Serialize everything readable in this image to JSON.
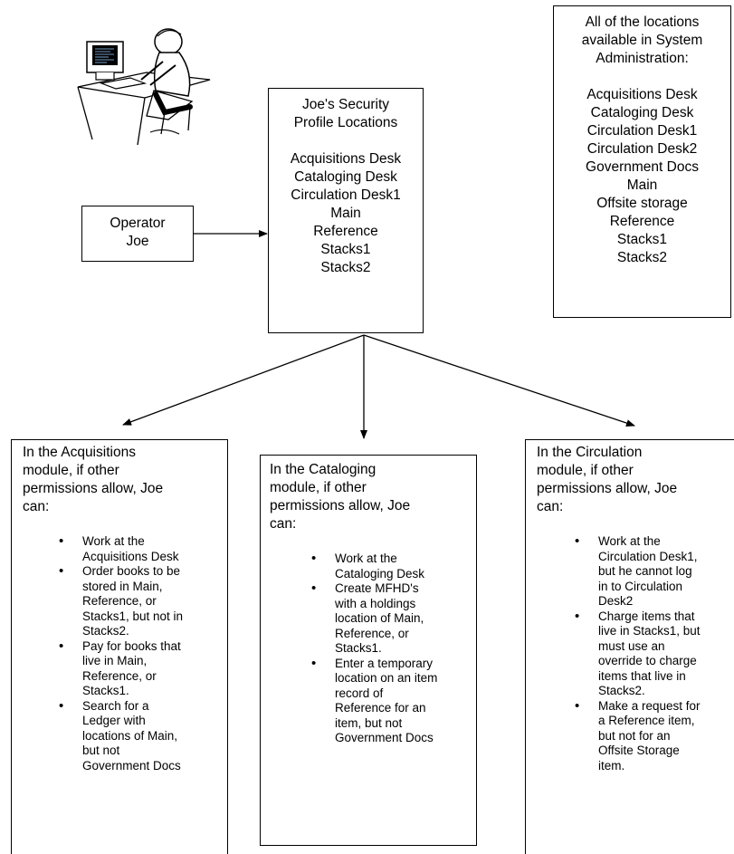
{
  "operator": {
    "label_line1": "Operator",
    "label_line2": "Joe"
  },
  "icon": {
    "name": "computer-operator-icon"
  },
  "profile": {
    "title_line1": "Joe's Security",
    "title_line2": "Profile Locations",
    "locations": [
      "Acquisitions Desk",
      "Cataloging Desk",
      "Circulation Desk1",
      "Main",
      "Reference",
      "Stacks1",
      "Stacks2"
    ]
  },
  "system": {
    "title_line1": "All of the locations",
    "title_line2": "available in System",
    "title_line3": "Administration:",
    "locations": [
      "Acquisitions Desk",
      "Cataloging Desk",
      "Circulation Desk1",
      "Circulation Desk2",
      "Government Docs",
      "Main",
      "Offsite storage",
      "Reference",
      "Stacks1",
      "Stacks2"
    ]
  },
  "acquisitions": {
    "intro_line1": "In the Acquisitions",
    "intro_line2": "module, if other",
    "intro_line3": "permissions allow, Joe",
    "intro_line4": "can:",
    "items": [
      [
        "Work at the",
        "Acquisitions Desk"
      ],
      [
        "Order books to be",
        "stored in Main,",
        "Reference, or",
        "Stacks1, but not in",
        "Stacks2."
      ],
      [
        "Pay for books that",
        "live in Main,",
        "Reference, or",
        "Stacks1."
      ],
      [
        "Search for a",
        "Ledger with",
        "locations of Main,",
        "but not",
        "Government Docs"
      ]
    ]
  },
  "cataloging": {
    "intro_line1": "In the Cataloging",
    "intro_line2": "module, if other",
    "intro_line3": "permissions allow, Joe",
    "intro_line4": "can:",
    "items": [
      [
        "Work at the",
        "Cataloging Desk"
      ],
      [
        "Create MFHD's",
        "with a holdings",
        "location of Main,",
        "Reference, or",
        "Stacks1."
      ],
      [
        "Enter a temporary",
        "location on an item",
        "record of",
        "Reference for an",
        "item, but not",
        "Government Docs"
      ]
    ]
  },
  "circulation": {
    "intro_line1": "In the Circulation",
    "intro_line2": "module, if other",
    "intro_line3": "permissions allow, Joe",
    "intro_line4": "can:",
    "items": [
      [
        "Work at the",
        "Circulation Desk1,",
        "but he cannot log",
        "in to Circulation",
        "Desk2"
      ],
      [
        "Charge items that",
        "live in Stacks1, but",
        "must use an",
        "override to charge",
        "items that live in",
        "Stacks2."
      ],
      [
        "Make a request for",
        "a Reference item,",
        "but not for an",
        "Offsite Storage",
        "item."
      ]
    ]
  }
}
